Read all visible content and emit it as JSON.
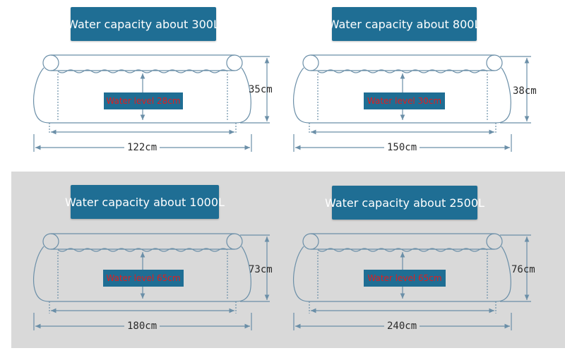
{
  "pools": [
    {
      "capacity": "Water capacity about 300L",
      "water_level": "Water level 28cm",
      "height": "35cm",
      "width": "122cm"
    },
    {
      "capacity": "Water capacity about 800L",
      "water_level": "Water level 30cm",
      "height": "38cm",
      "width": "150cm"
    },
    {
      "capacity": "Water capacity about 1000L",
      "water_level": "Water level 65cm",
      "height": "73cm",
      "width": "180cm"
    },
    {
      "capacity": "Water capacity about 2500L",
      "water_level": "Water level 65cm",
      "height": "76cm",
      "width": "240cm"
    }
  ],
  "colors": {
    "title_bg": "#1f6e94",
    "level_text": "#e21d1d",
    "line": "#6b8fa8",
    "band": "#d9d9d9"
  }
}
